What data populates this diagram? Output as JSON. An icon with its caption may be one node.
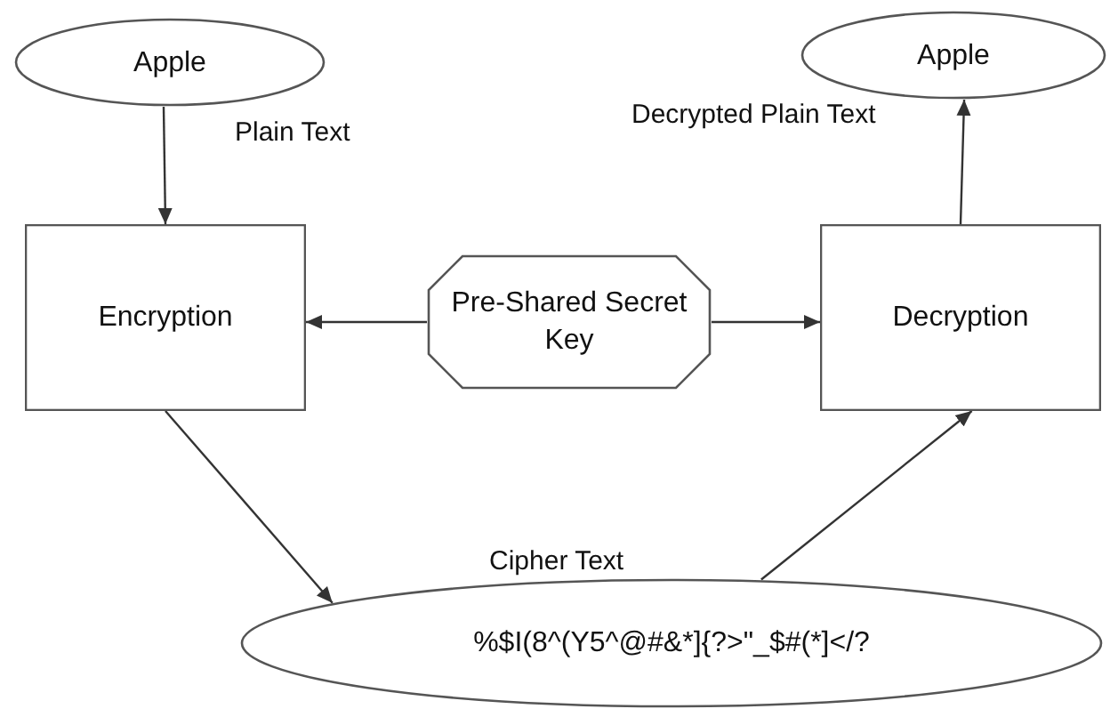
{
  "diagram": {
    "nodes": [
      {
        "text": [
          "Apple"
        ],
        "beside": [
          "Plain Text"
        ]
      },
      {
        "text": [
          "Encryption"
        ]
      },
      {
        "text": [
          "Pre-Shared Secret Key"
        ]
      },
      {
        "text": [
          "Decryption"
        ]
      },
      {
        "text": [
          "Apple"
        ],
        "beside": [
          "Decrypted Plain Text"
        ]
      },
      {
        "text": [
          "%$I(8^(Y5^@#&*]{?>\"_$#(*]</?"
        ],
        "beside": [
          "Cipher Text"
        ]
      }
    ],
    "edges": [
      {
        "from": 0,
        "to": 1,
        "arrow": "to"
      },
      {
        "from": 2,
        "to": 1,
        "arrow": "to"
      },
      {
        "from": 2,
        "to": 3,
        "arrow": "to"
      },
      {
        "from": 1,
        "to": 5,
        "arrow": "to"
      },
      {
        "from": 5,
        "to": 3,
        "arrow": "to"
      },
      {
        "from": 3,
        "to": 4,
        "arrow": "to"
      }
    ]
  }
}
